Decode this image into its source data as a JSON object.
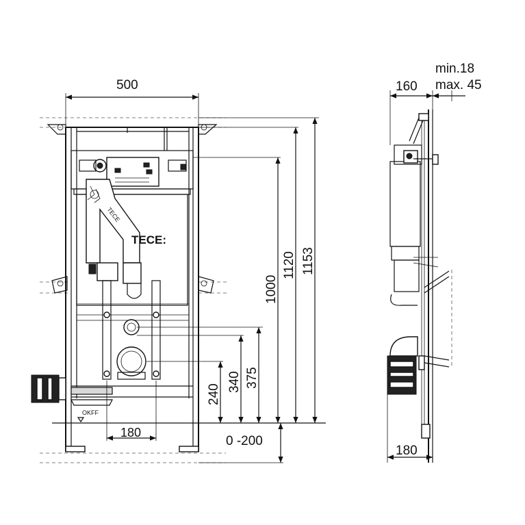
{
  "front_view": {
    "width_label": "500",
    "height_labels": [
      "1000",
      "1120",
      "1153"
    ],
    "connection_labels": [
      "240",
      "340",
      "375"
    ],
    "spacing_label": "180",
    "adjust_label": "0 -200",
    "floor_marker": "OKFF",
    "brand_logo": "TECE:",
    "brand_on_pipe": "TECE"
  },
  "side_view": {
    "depth_label": "160",
    "min_label": "min.18",
    "max_label": "max. 45",
    "bottom_label": "180"
  },
  "icons": [
    "arrow-head",
    "floor-level-marker"
  ]
}
